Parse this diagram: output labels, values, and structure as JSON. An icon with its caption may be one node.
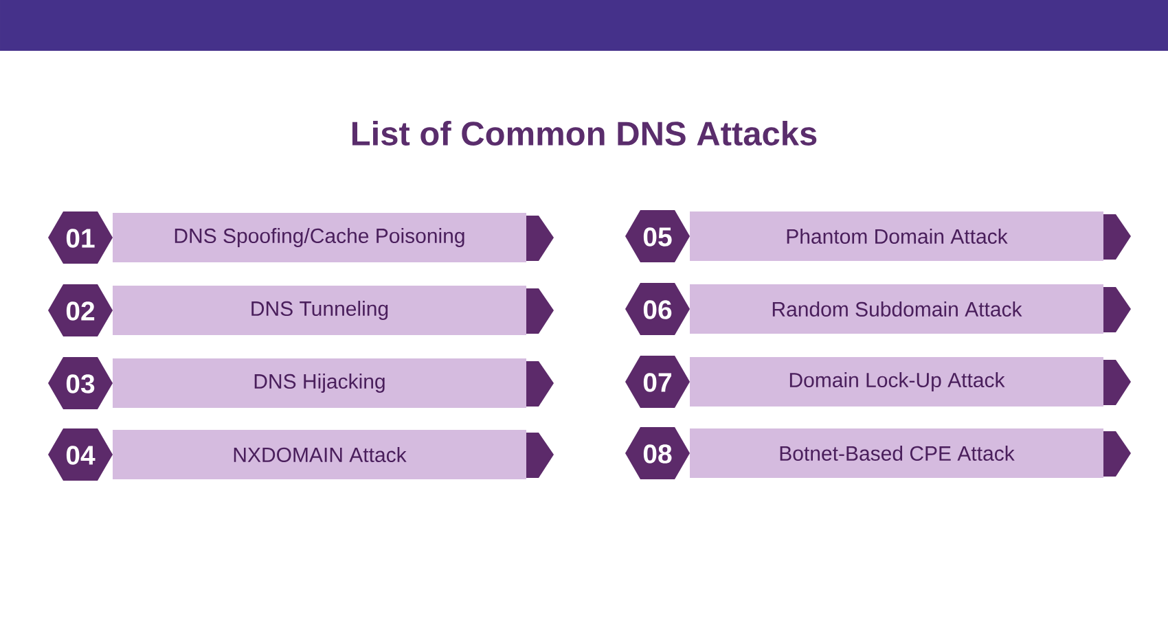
{
  "diagram": {
    "title": "List of Common DNS Attacks",
    "nodes": [
      {
        "text": [
          "01"
        ]
      },
      {
        "text": [
          "DNS Spoofing/Cache Poisoning"
        ]
      },
      {
        "text": [
          "02"
        ]
      },
      {
        "text": [
          "DNS Tunneling"
        ]
      },
      {
        "text": [
          "03"
        ]
      },
      {
        "text": [
          "DNS Hijacking"
        ]
      },
      {
        "text": [
          "04"
        ]
      },
      {
        "text": [
          "NXDOMAIN Attack"
        ]
      },
      {
        "text": [
          "05"
        ]
      },
      {
        "text": [
          "Phantom Domain Attack"
        ]
      },
      {
        "text": [
          "06"
        ]
      },
      {
        "text": [
          "Random Subdomain Attack"
        ]
      },
      {
        "text": [
          "07"
        ]
      },
      {
        "text": [
          "Domain Lock-Up Attack"
        ]
      },
      {
        "text": [
          "08"
        ]
      },
      {
        "text": [
          "Botnet-Based CPE Attack"
        ]
      }
    ]
  }
}
